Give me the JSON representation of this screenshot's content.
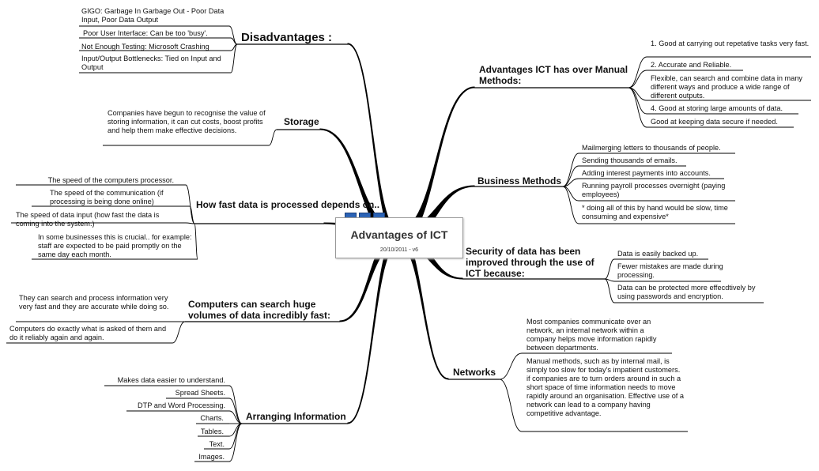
{
  "center": {
    "title": "Advantages of ICT",
    "date": "20/10/2011 - v6"
  },
  "branches": {
    "disadvantages": {
      "title": "Disadvantages :",
      "items": [
        "GIGO: Garbage In Garbage Out - Poor Data Input, Poor Data Output",
        "Poor User Interface: Can be too 'busy'.",
        "Not Enough Testing: Microsoft Crashing",
        "Input/Output Bottlenecks: Tied on Input and Output"
      ]
    },
    "storage": {
      "title": "Storage",
      "items": [
        "Companies have begun to recognise the value of storing information, it can cut costs, boost profits and help them make effective decisions."
      ]
    },
    "speed": {
      "title": "How fast data is processed depends on..",
      "items": [
        "The speed of the computers processor.",
        "The speed of the communication (if processing is being done online)",
        "The speed of data input (how fast the data is coming into the system.)",
        "In some businesses this is crucial.. for example: staff are expected to be paid promptly on the same day each month."
      ]
    },
    "search": {
      "title": "Computers can search huge volumes of data incredibly fast:",
      "items": [
        "They can search and process information very very fast and they are accurate while doing so.",
        "Computers do exactly what is asked of them and do it reliably again and again."
      ]
    },
    "arranging": {
      "title": "Arranging Information",
      "items": [
        "Makes data easier to understand.",
        "Spread Sheets.",
        "DTP and Word Processing.",
        "Charts.",
        "Tables.",
        "Text.",
        "Images."
      ]
    },
    "manual": {
      "title": "Advantages ICT has over Manual Methods:",
      "items": [
        "1. Good at carrying out repetative tasks very fast.",
        "2. Accurate and Reliable.",
        "Flexible, can search and combine data in many different ways and produce a wide range of different outputs.",
        "4. Good at storing large amounts of data.",
        "Good at keeping data secure if needed."
      ]
    },
    "business": {
      "title": "Business Methods",
      "items": [
        "Mailmerging letters to thousands of people.",
        "Sending thousands of emails.",
        "Adding interest payments into accounts.",
        "Running payroll processes overnight (paying employees)",
        "* doing all of this by hand would be slow, time consuming and expensive*"
      ]
    },
    "security": {
      "title": "Security of data has been improved through the use of ICT because:",
      "items": [
        "Data is easily backed up.",
        "Fewer mistakes are made during processing.",
        "Data can be protected more effecdtively by using passwords and encryption."
      ]
    },
    "networks": {
      "title": "Networks",
      "items": [
        "Most companies communicate over an network, an internal network within a company helps move information rapidly between departments.",
        "Manual methods, such as by internal mail, is simply too slow for today's impatient customers. if companies are to turn orders around in such a short space of time information needs to move rapidly around an organisation. Effective use of a network can lead to a company having competitive advantage."
      ]
    }
  }
}
